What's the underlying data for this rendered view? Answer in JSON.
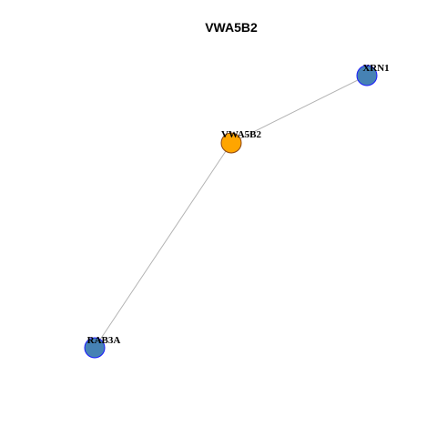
{
  "title": "VWA5B2",
  "colors": {
    "center_node": "#FFA500",
    "center_node_stroke": "#8B4513",
    "neighbor_node": "#4682B4",
    "neighbor_node_stroke": "#1a1aff",
    "edge": "#b3b3b3"
  },
  "nodes": [
    {
      "id": "VWA5B2",
      "label": "VWA5B2",
      "role": "center"
    },
    {
      "id": "XRN1",
      "label": "XRN1",
      "role": "neighbor"
    },
    {
      "id": "RAB3A",
      "label": "RAB3A",
      "role": "neighbor"
    }
  ],
  "edges": [
    {
      "source": "VWA5B2",
      "target": "XRN1"
    },
    {
      "source": "VWA5B2",
      "target": "RAB3A"
    }
  ]
}
